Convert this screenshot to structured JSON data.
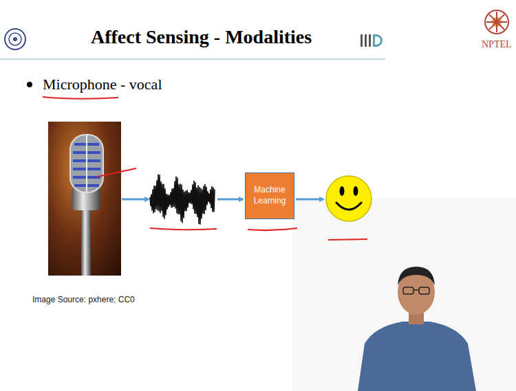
{
  "diagram": {
    "title": "Affect Sensing - Modalities",
    "nodes": [
      {
        "text": [
          "Machine Learning"
        ]
      }
    ],
    "labels": [
      "Microphone - vocal",
      "Image Source: pxhere; CC0",
      "NPTEL"
    ]
  }
}
